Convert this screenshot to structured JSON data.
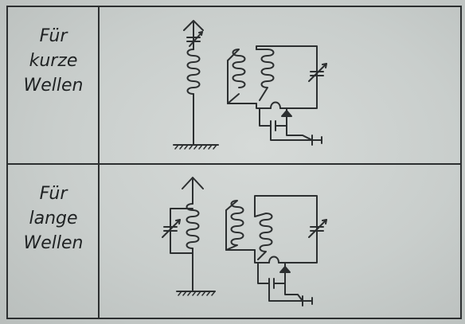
{
  "rows": [
    {
      "label_lines": [
        "Für",
        "kurze",
        "Wellen"
      ]
    },
    {
      "label_lines": [
        "Für",
        "lange",
        "Wellen"
      ]
    }
  ],
  "colors": {
    "ink": "#2c2f30",
    "paper": "#cdd1cf"
  }
}
